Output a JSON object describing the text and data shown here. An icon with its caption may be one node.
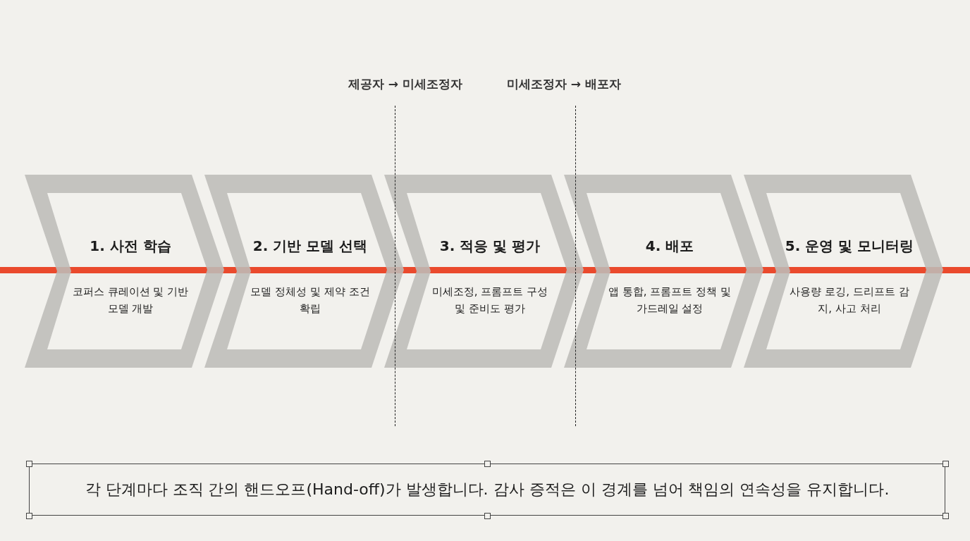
{
  "diagram": {
    "nodes": [
      {
        "text": [
          "1. 사전 학습",
          "코퍼스 큐레이션 및 기반 모델 개발"
        ]
      },
      {
        "text": [
          "2. 기반 모델 선택",
          "모델 정체성 및 제약 조건 확립"
        ]
      },
      {
        "text": [
          "3. 적응 및 평가",
          "미세조정, 프롬프트 구성 및 준비도 평가"
        ]
      },
      {
        "text": [
          "4. 배포",
          "앱 통합, 프롬프트 정책 및 가드레일 설정"
        ]
      },
      {
        "text": [
          "5. 운영 및 모니터링",
          "사용량 로깅, 드리프트 감지, 사고 처리"
        ]
      },
      {
        "text": [
          "각 단계마다 조직 간의 핸드오프(Hand-off)가 발생합니다. 감사 증적은 이 경계를 넘어 책임의 연속성을 유지합니다."
        ]
      }
    ],
    "labels": [
      "제공자 → 미세조정자",
      "미세조정자 → 배포자"
    ]
  }
}
